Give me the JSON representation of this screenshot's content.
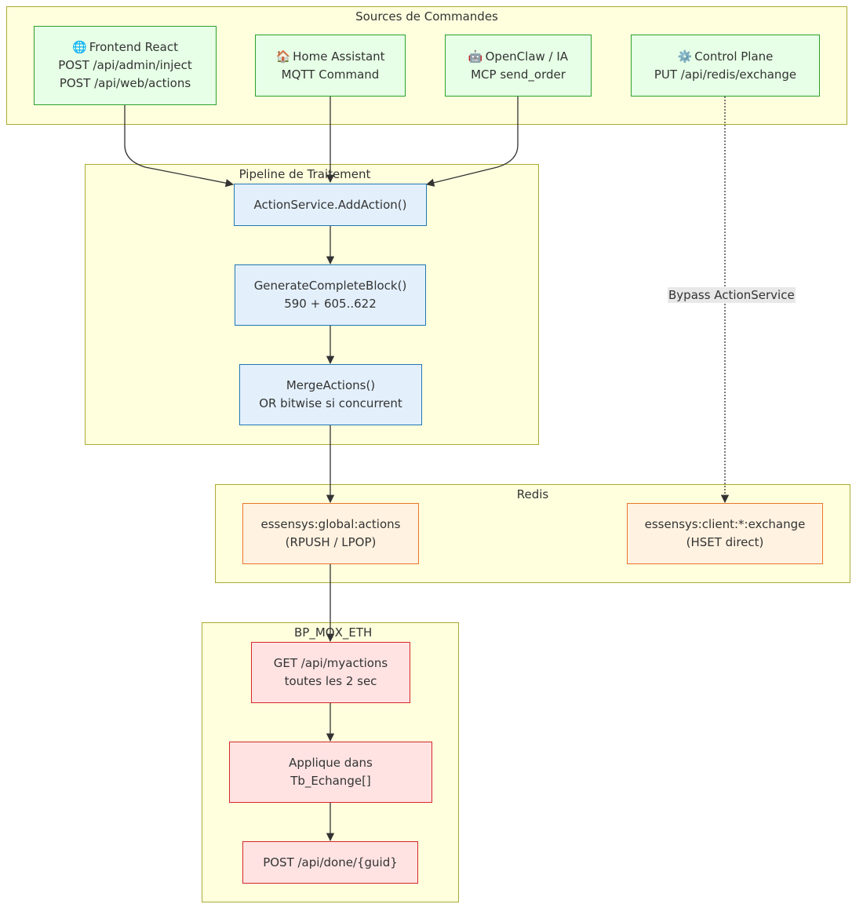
{
  "clusters": {
    "sources": "Sources de Commandes",
    "pipeline": "Pipeline de Traitement",
    "redis": "Redis",
    "bp": "BP_MQX_ETH"
  },
  "nodes": {
    "frontend": {
      "icon": "🌐",
      "title": "Frontend React",
      "line1": "POST /api/admin/inject",
      "line2": "POST /api/web/actions",
      "icon_name": "globe-icon"
    },
    "homeassistant": {
      "icon": "🏠",
      "title": "Home Assistant",
      "line1": "MQTT Command",
      "icon_name": "house-icon"
    },
    "openclaw": {
      "icon": "🤖",
      "title": "OpenClaw / IA",
      "line1": "MCP send_order",
      "icon_name": "robot-icon"
    },
    "controlplane": {
      "icon": "⚙️",
      "title": "Control Plane",
      "line1": "PUT /api/redis/exchange",
      "icon_name": "gear-icon"
    },
    "addaction": {
      "line1": "ActionService.AddAction()"
    },
    "generate": {
      "line1": "GenerateCompleteBlock()",
      "line2": "590 + 605..622"
    },
    "merge": {
      "line1": "MergeActions()",
      "line2": "OR bitwise si concurrent"
    },
    "globalactions": {
      "line1": "essensys:global:actions",
      "line2": "(RPUSH / LPOP)"
    },
    "clientexchange": {
      "line1": "essensys:client:*:exchange",
      "line2": "(HSET direct)"
    },
    "myactions": {
      "line1": "GET /api/myactions",
      "line2": "toutes les 2 sec"
    },
    "applique": {
      "line1": "Applique dans",
      "line2": "Tb_Echange[]"
    },
    "done": {
      "line1": "POST /api/done/{guid}"
    }
  },
  "edge_labels": {
    "bypass": "Bypass ActionService"
  },
  "colors": {
    "cluster_fill": "#ffffde",
    "cluster_border": "#aaaa33",
    "source_fill": "#e6ffe6",
    "source_border": "#2ca02c",
    "pipeline_fill": "#e3f0fc",
    "pipeline_border": "#1f77b4",
    "redis_fill": "#fff2e0",
    "redis_border": "#e8762b",
    "bp_fill": "#ffe3e3",
    "bp_border": "#d62728",
    "edge": "#333333"
  }
}
